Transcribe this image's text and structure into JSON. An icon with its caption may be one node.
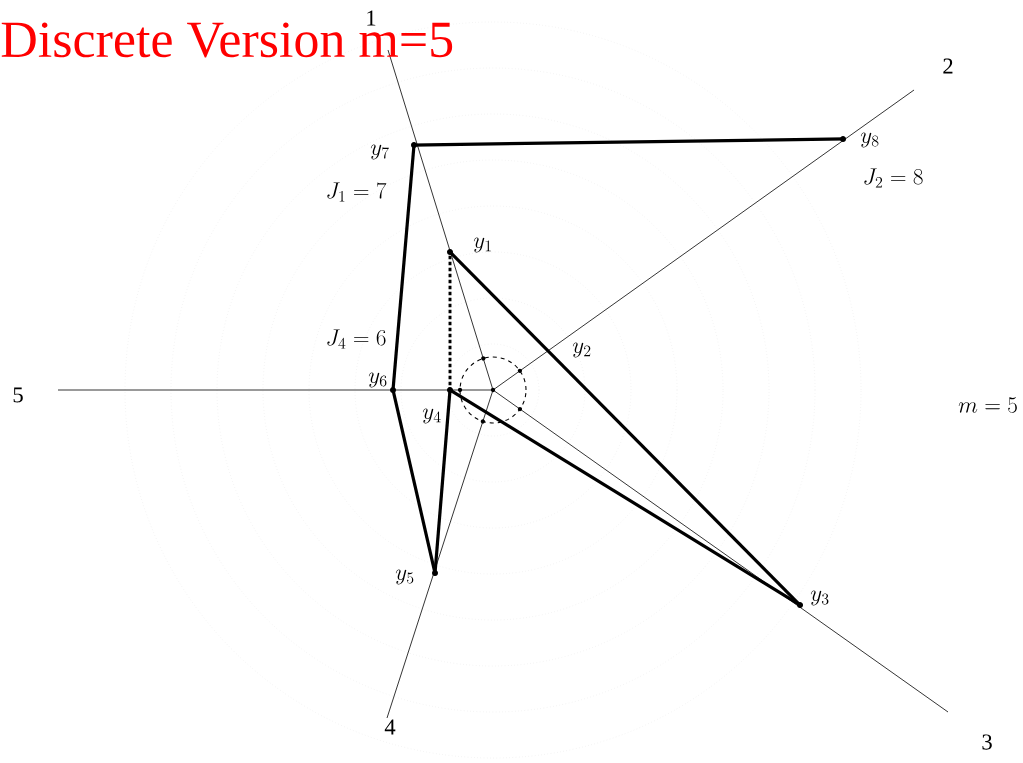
{
  "diagram": {
    "title": "Discrete Version m=5",
    "nodes": [
      {
        "text": [],
        "shape": "circle",
        "beside": [
          "y_1"
        ]
      },
      {
        "text": [],
        "shape": "circle",
        "beside": [
          "y_3"
        ]
      },
      {
        "text": [],
        "shape": "circle",
        "beside": [
          "y_4"
        ]
      },
      {
        "text": [],
        "shape": "circle",
        "beside": [
          "y_5"
        ]
      },
      {
        "text": [],
        "shape": "circle",
        "beside": [
          "y_6",
          "J_4 = 6"
        ]
      },
      {
        "text": [],
        "shape": "circle",
        "beside": [
          "y_7",
          "J_1 = 7"
        ]
      },
      {
        "text": [],
        "shape": "circle",
        "beside": [
          "y_8",
          "J_2 = 8"
        ]
      }
    ],
    "edges": [
      {
        "from": 5,
        "to": 6,
        "arrow": "none"
      },
      {
        "from": 5,
        "to": 4,
        "arrow": "none"
      },
      {
        "from": 4,
        "to": 3,
        "arrow": "none"
      },
      {
        "from": 3,
        "to": 2,
        "arrow": "none"
      },
      {
        "from": 2,
        "to": 1,
        "arrow": "none"
      },
      {
        "from": 0,
        "to": 1,
        "arrow": "none"
      },
      {
        "from": 0,
        "to": 2,
        "arrow": "none",
        "style": "dashed"
      }
    ],
    "labels": [
      "1",
      "2",
      "y_2",
      "5",
      "m = 5",
      "4",
      "3"
    ]
  }
}
